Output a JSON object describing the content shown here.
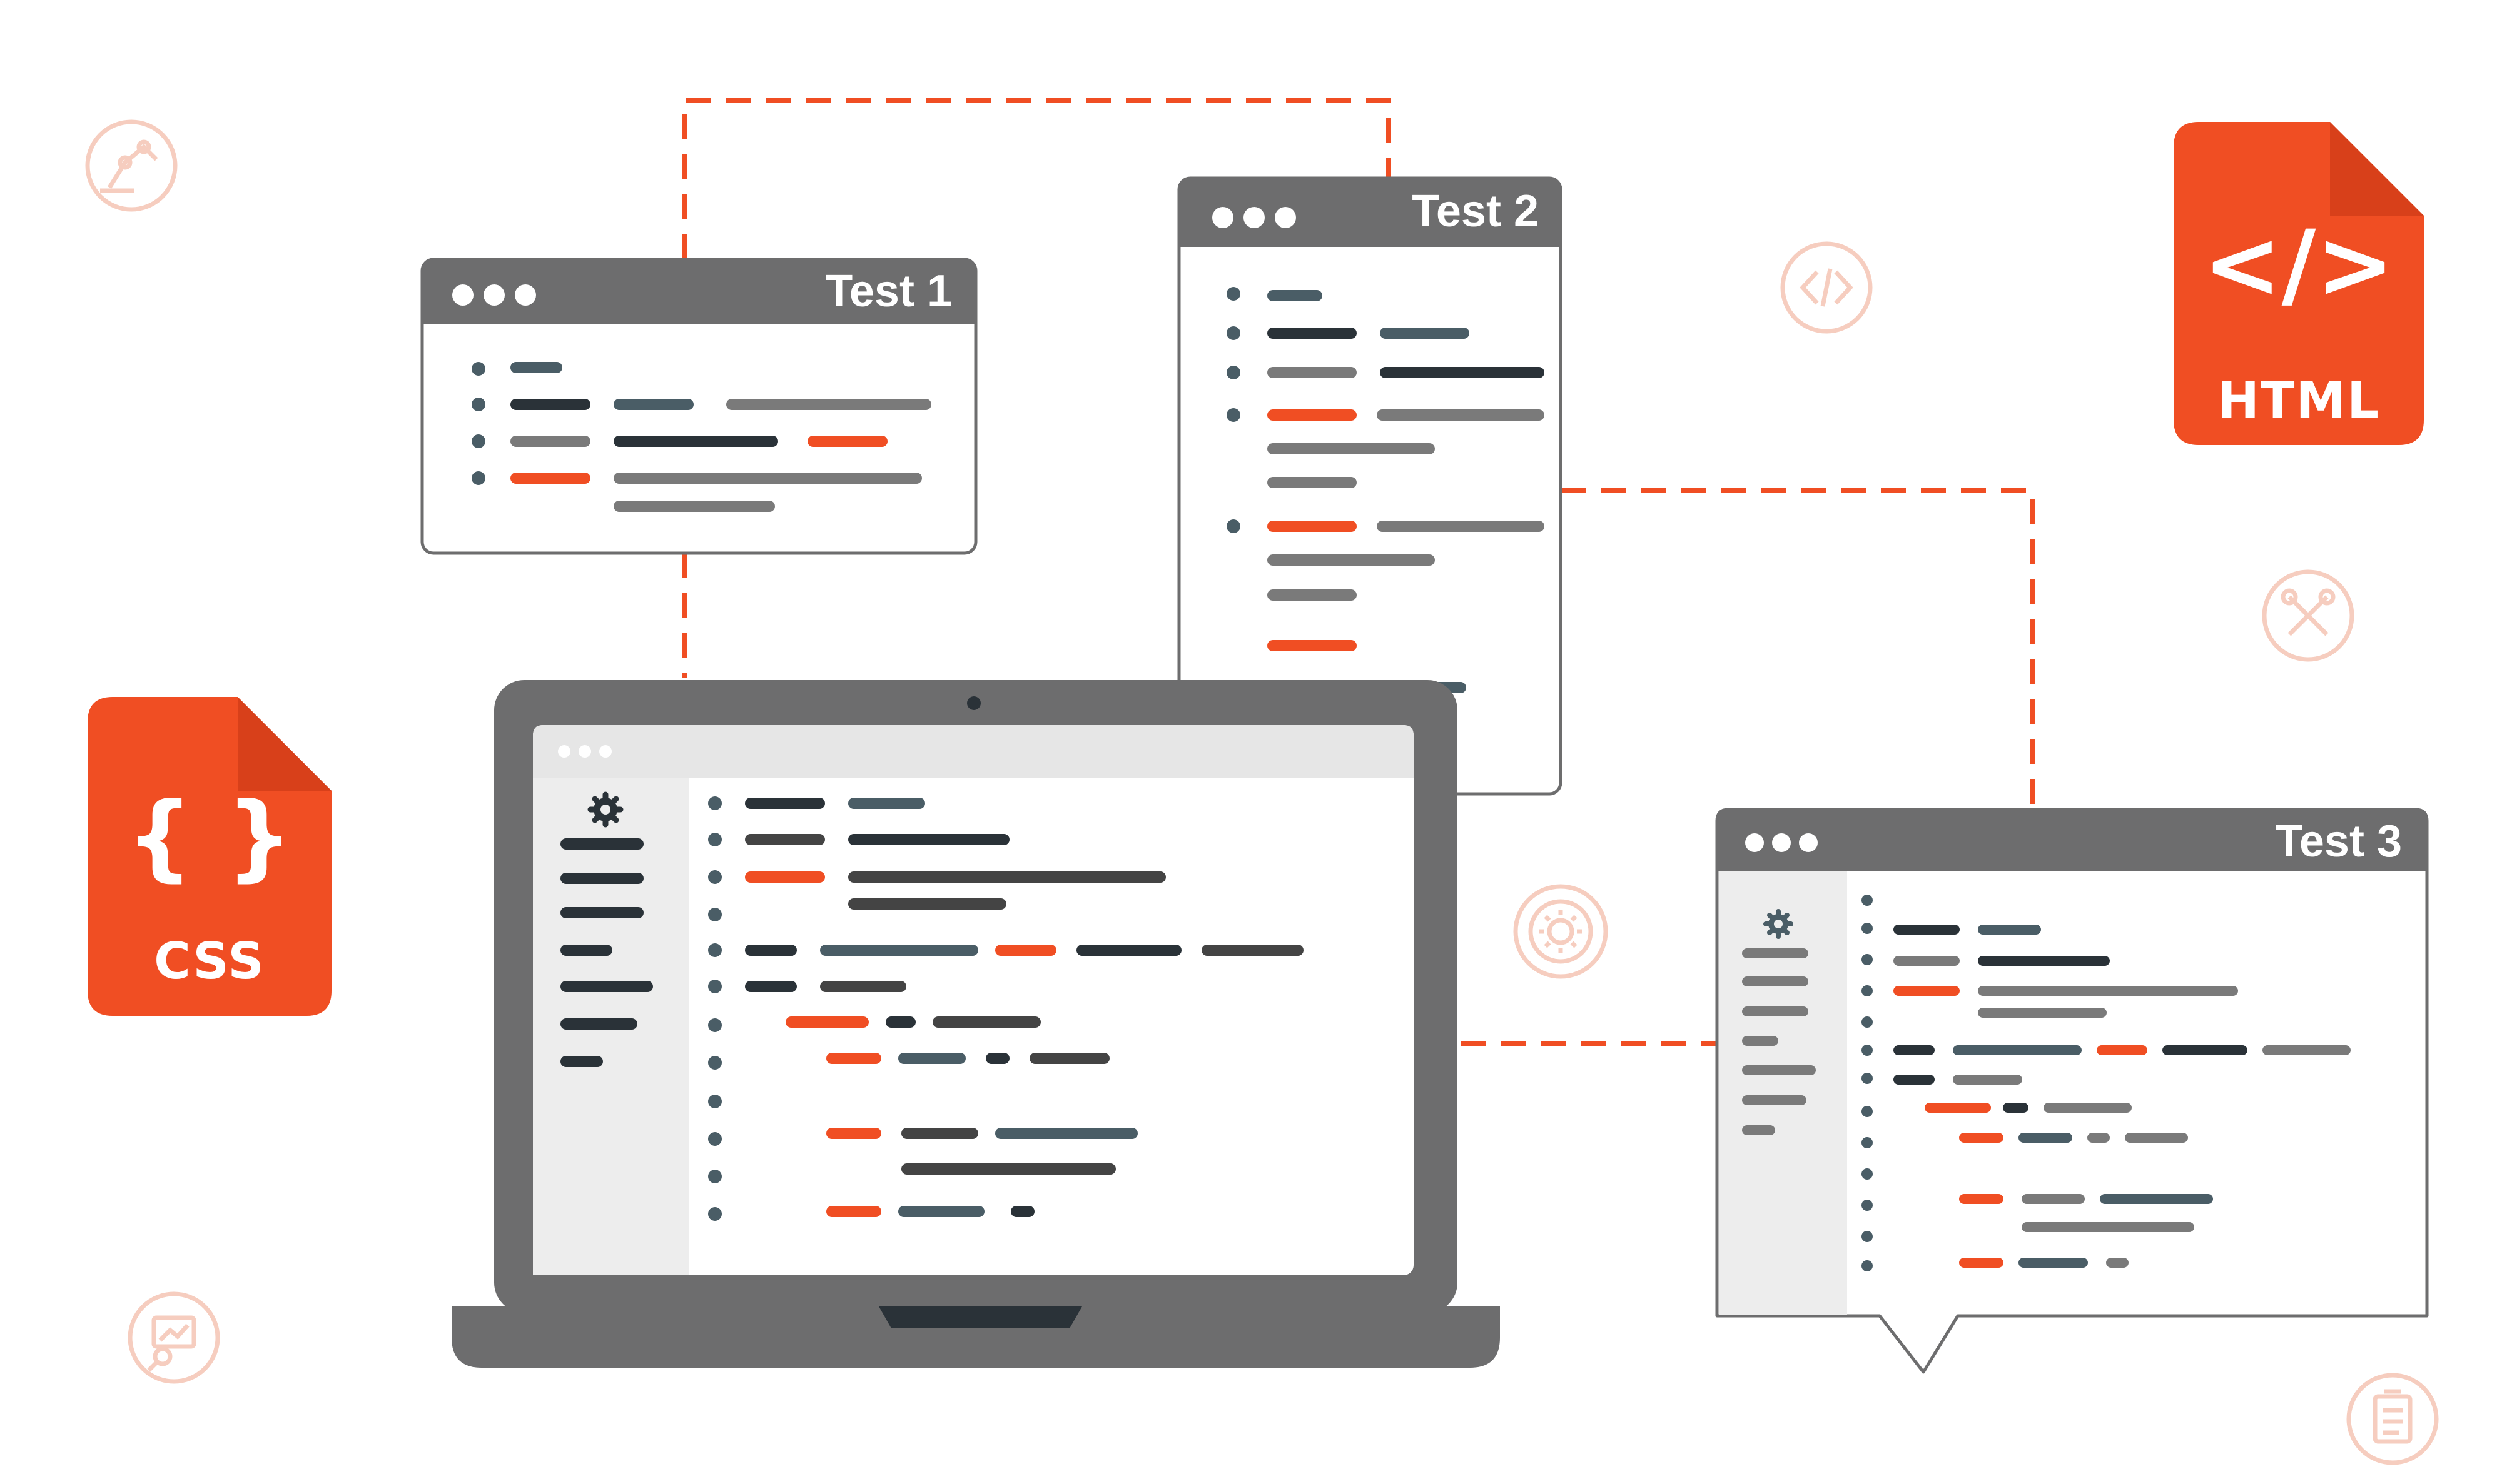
{
  "windows": {
    "test1": {
      "title": "Test 1"
    },
    "test2": {
      "title": "Test 2"
    },
    "test3": {
      "title": "Test 3"
    }
  },
  "files": {
    "html": {
      "code": "</>",
      "label": "HTML"
    },
    "css": {
      "code": "{ }",
      "label": "CSS"
    }
  },
  "icons": [
    "robot-arm-icon",
    "code-icon",
    "tools-icon",
    "gear-icon",
    "analytics-icon",
    "checklist-icon"
  ],
  "colors": {
    "accent": "#F04E23",
    "frame": "#6D6D6E",
    "dark": "#2A3238",
    "slate": "#4A5D66",
    "gray": "#7A7A7A",
    "sidebar": "#EDEDED"
  }
}
